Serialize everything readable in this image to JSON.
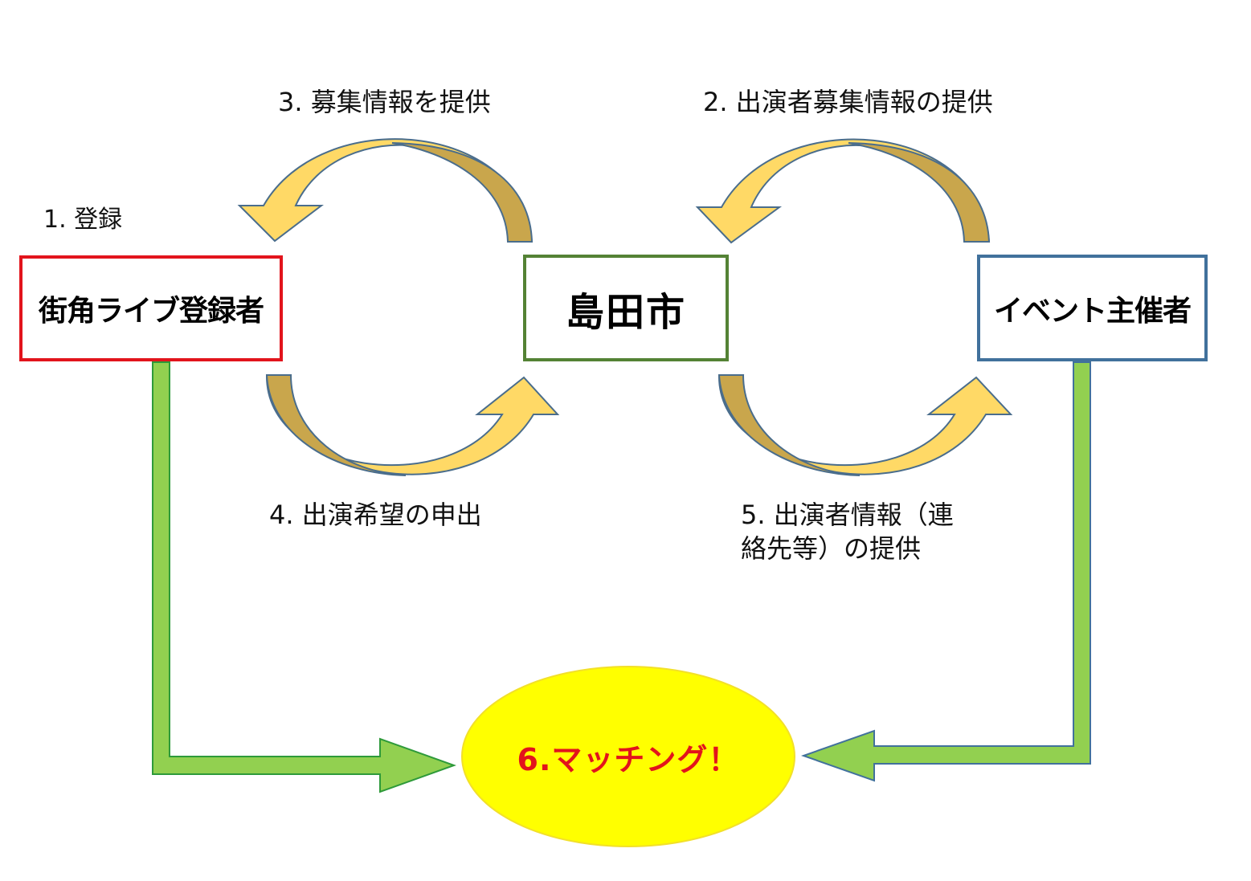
{
  "nodes": {
    "registrant": "街角ライブ登録者",
    "city": "島田市",
    "organizer": "イベント主催者",
    "matching": "6.マッチング！"
  },
  "steps": {
    "step1": "1. 登録",
    "step2": "2. 出演者募集情報の提供",
    "step3": "3. 募集情報を提供",
    "step4": "4. 出演希望の申出",
    "step5_line1": "5. 出演者情報（連",
    "step5_line2": "絡先等）の提供"
  },
  "colors": {
    "registrant_border": "#e2141c",
    "city_border": "#548235",
    "organizer_border": "#41719c",
    "curved_arrow_light": "#ffd966",
    "curved_arrow_dark": "#c9a64c",
    "green_arrow": "#92d050",
    "matching_fill": "#ffff00",
    "matching_text": "#e2141c"
  }
}
